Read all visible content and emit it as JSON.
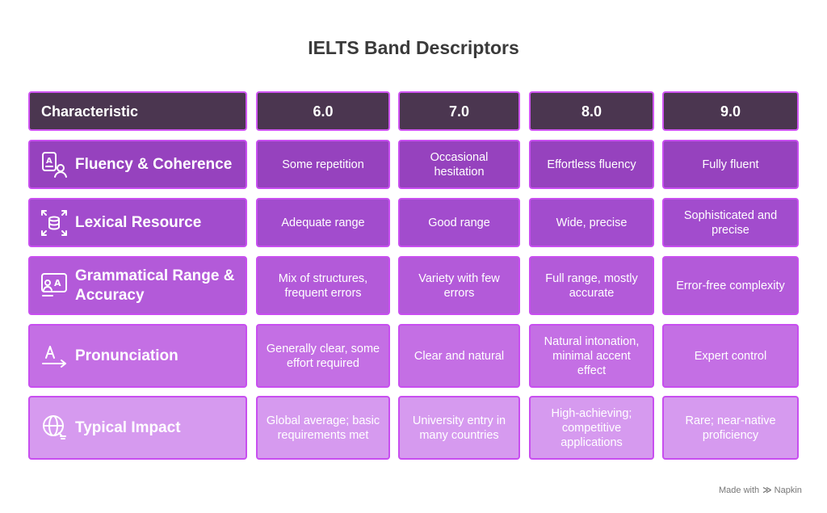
{
  "title": "IELTS Band Descriptors",
  "header": {
    "characteristic": "Characteristic",
    "bands": [
      "6.0",
      "7.0",
      "8.0",
      "9.0"
    ]
  },
  "rows": [
    {
      "label": "Fluency & Coherence",
      "icon": "speaking-person-icon",
      "cells": [
        "Some repetition",
        "Occasional hesitation",
        "Effortless fluency",
        "Fully fluent"
      ]
    },
    {
      "label": "Lexical Resource",
      "icon": "database-expand-icon",
      "cells": [
        "Adequate range",
        "Good range",
        "Wide, precise",
        "Sophisticated and precise"
      ]
    },
    {
      "label": "Grammatical Range & Accuracy",
      "icon": "language-screen-icon",
      "cells": [
        "Mix of structures, frequent errors",
        "Variety with few errors",
        "Full range, mostly accurate",
        "Error-free complexity"
      ]
    },
    {
      "label": "Pronunciation",
      "icon": "text-arrow-icon",
      "cells": [
        "Generally clear, some effort required",
        "Clear and natural",
        "Natural intonation, minimal accent effect",
        "Expert control"
      ]
    },
    {
      "label": "Typical Impact",
      "icon": "global-target-icon",
      "cells": [
        "Global average; basic requirements met",
        "University entry in many countries",
        "High-achieving; competitive applications",
        "Rare; near-native proficiency"
      ]
    }
  ],
  "footer": {
    "made_with": "Made with",
    "brand": "Napkin"
  },
  "colors": {
    "header_bg": "#4b3650",
    "border": "#c84ef0",
    "row_shades": [
      "#9642be",
      "#a24ccd",
      "#b35ad9",
      "#c46fe4",
      "#d69aef"
    ]
  }
}
